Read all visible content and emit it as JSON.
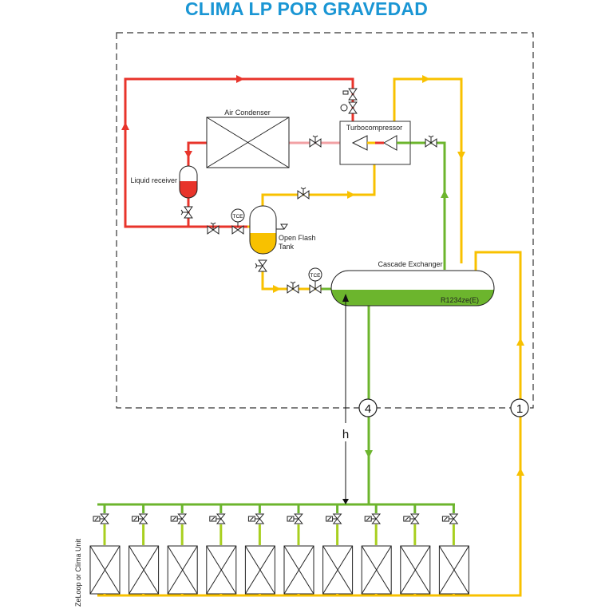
{
  "title": "CLIMA LP POR GRAVEDAD",
  "colors": {
    "title": "#1a96d4",
    "hot_gas": "#e8342b",
    "hot_gas_light": "#f2a1a4",
    "liquid_yellow": "#f8c100",
    "green_loop": "#6cb52d",
    "green_light": "#a8cf1f",
    "boundary": "#333333"
  },
  "components": {
    "air_condenser": "Air Condenser",
    "turbocompressor": "Turbocompressor",
    "liquid_receiver": "Liquid receiver",
    "open_flash_tank_line1": "Open Flash",
    "open_flash_tank_line2": "Tank",
    "cascade_exchanger": "Cascade Exchanger",
    "refrigerant": "R1234ze(E)",
    "tce_1": "TCE",
    "tce_2": "TCE",
    "height_label": "h",
    "units_label": "ZeLoop or Clima Unit"
  },
  "nodes": [
    {
      "id": "4"
    },
    {
      "id": "1"
    }
  ],
  "units_count": 10,
  "liquid_levels": {
    "liquid_receiver": 0.55,
    "open_flash_tank": 0.5,
    "cascade_exchanger": 0.4
  }
}
